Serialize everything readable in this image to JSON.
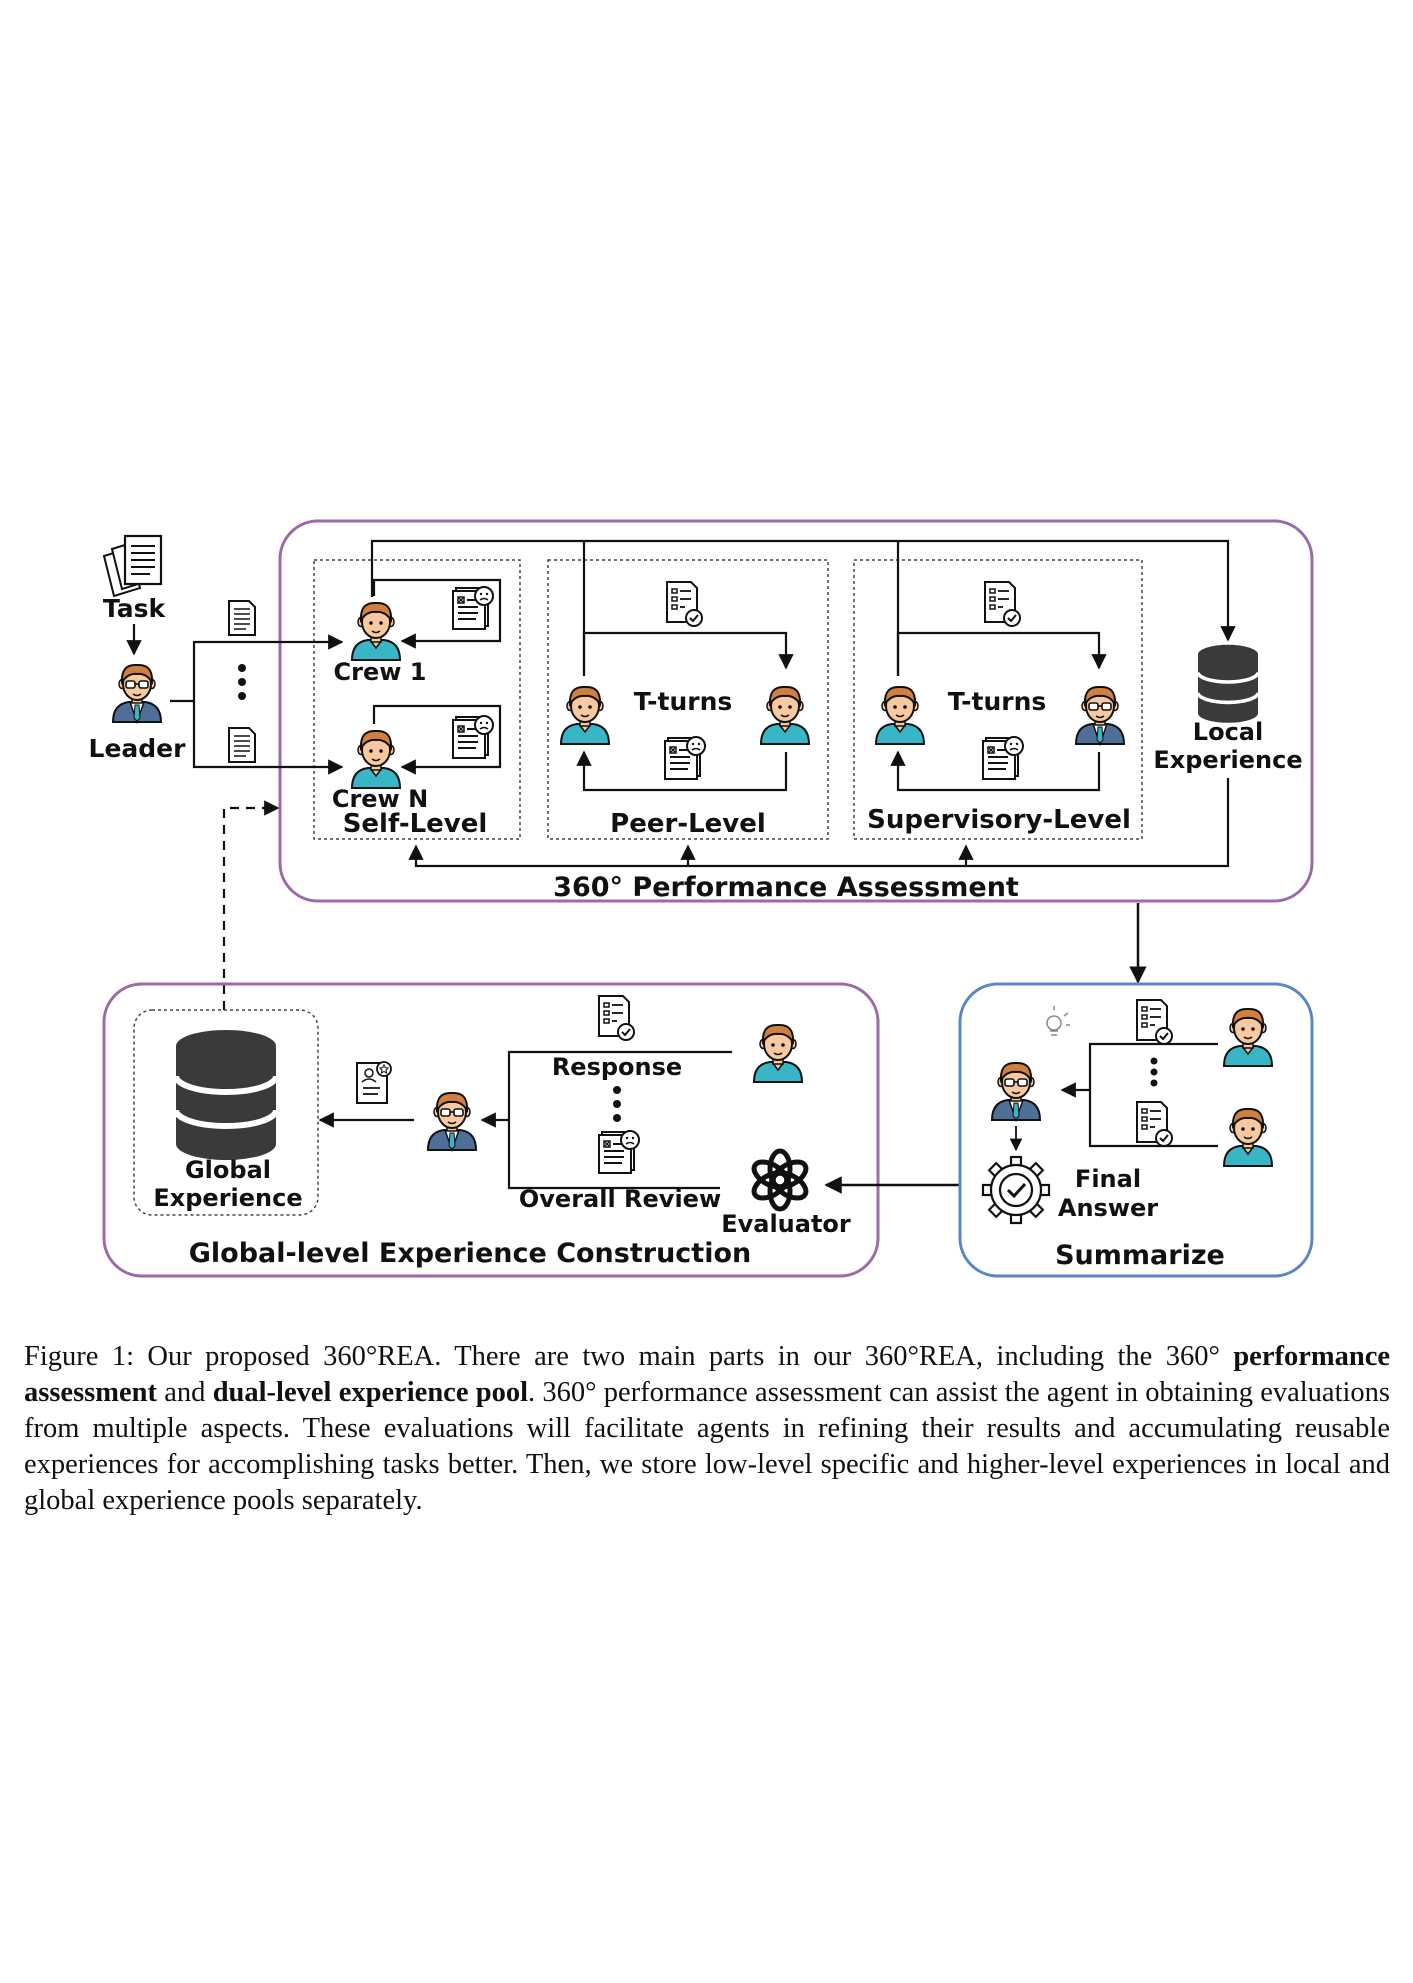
{
  "figure": {
    "task": "Task",
    "leader": "Leader",
    "crew_1": "Crew 1",
    "crew_n": "Crew N",
    "self_level": "Self-Level",
    "t_turns_peer": "T-turns",
    "t_turns_supervisory": "T-turns",
    "peer_level": "Peer-Level",
    "supervisory_level": "Supervisory-Level",
    "local_experience": [
      "Local",
      "Experience"
    ],
    "performance_title": "360° Performance Assessment",
    "global_experience": [
      "Global",
      "Experience"
    ],
    "response": "Response",
    "overall_review": "Overall Review",
    "evaluator": "Evaluator",
    "global_title": "Global-level Experience Construction",
    "final_answer": [
      "Final",
      "Answer"
    ],
    "summarize_title": "Summarize",
    "colors": {
      "purple_frame": "#9b6aa8",
      "blue_frame": "#5a86c6",
      "skin": "#f6c9a0",
      "hair": "#cf7f3f",
      "shirt": "#38b6c6",
      "suit": "#4f6f99",
      "database": "#3a3a3a"
    }
  },
  "caption": {
    "part1": "Figure 1: Our proposed 360°REA. There are two main parts in our 360°REA, including the 360° ",
    "bold1": "performance assessment",
    "part2": " and ",
    "bold2": "dual-level experience pool",
    "part3": ". 360° performance assessment can assist the agent in obtaining evaluations from multiple aspects. These evaluations will facilitate agents in refining their results and accumulating reusable experiences for accomplishing tasks better. Then, we store low-level specific and higher-level experiences in local and global experience pools separately."
  }
}
